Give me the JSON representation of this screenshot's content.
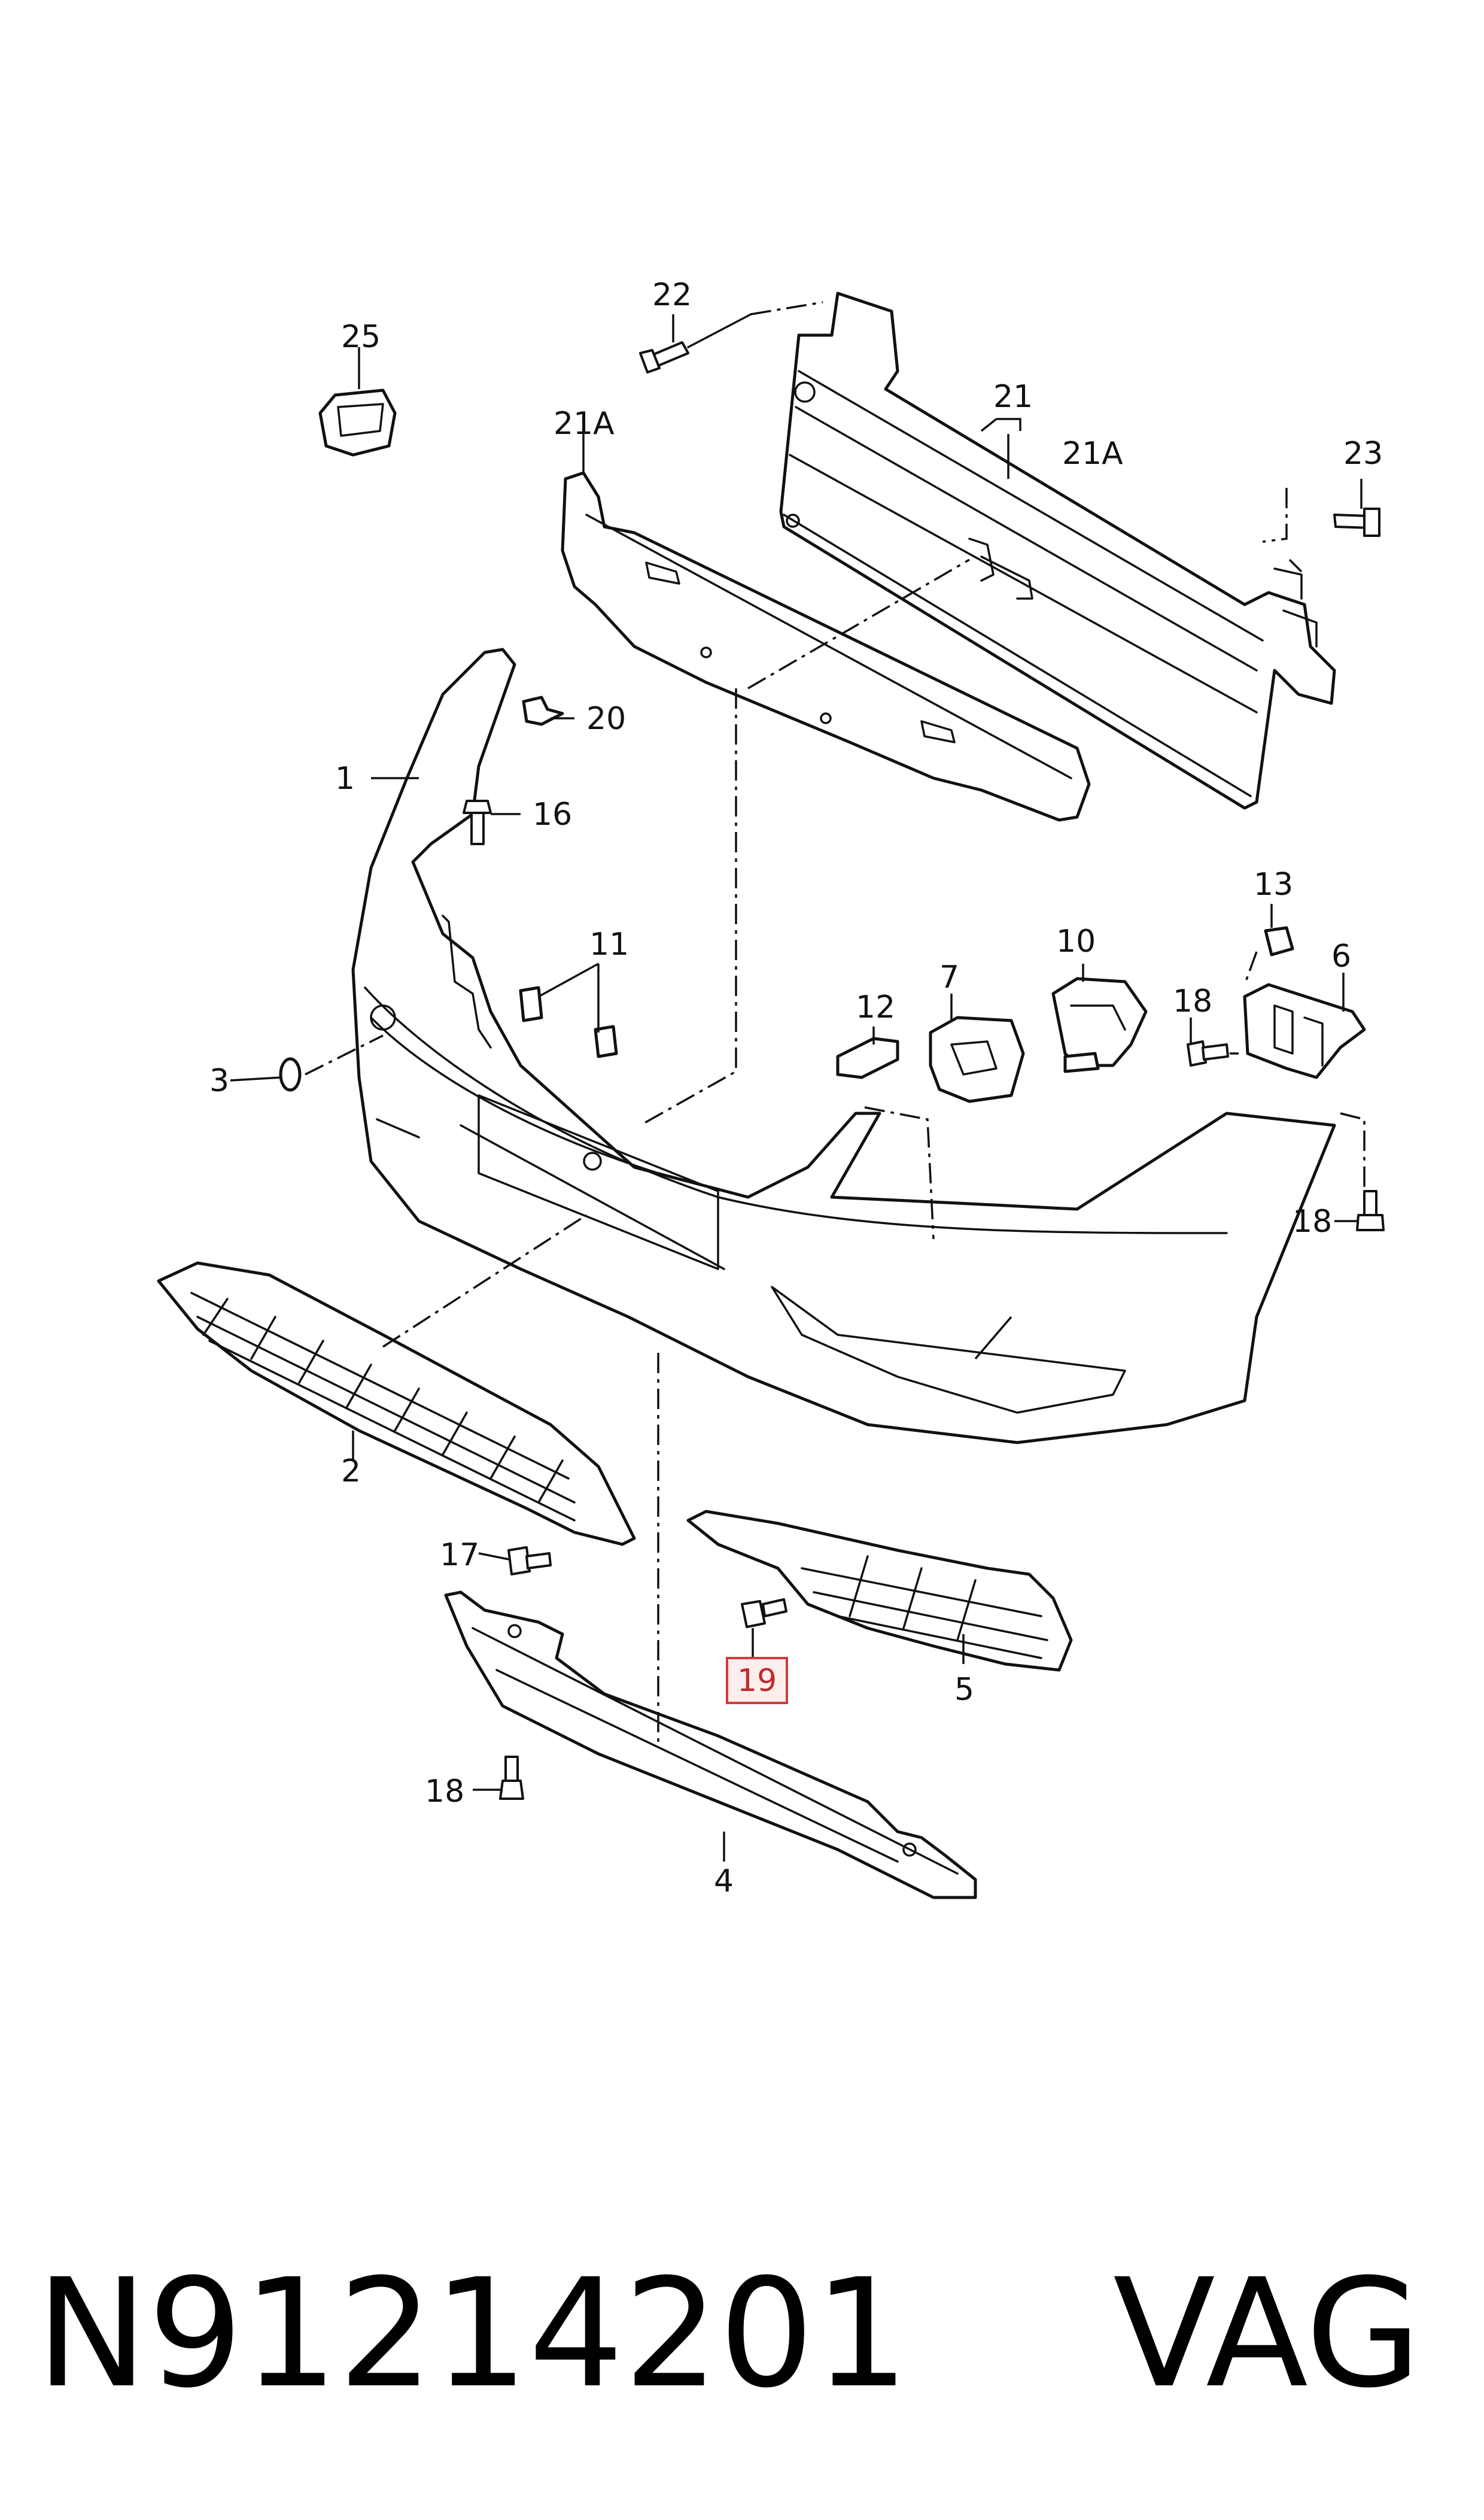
{
  "diagram": {
    "callouts": [
      {
        "id": "c1",
        "label": "1"
      },
      {
        "id": "c2",
        "label": "2"
      },
      {
        "id": "c3",
        "label": "3"
      },
      {
        "id": "c4",
        "label": "4"
      },
      {
        "id": "c5",
        "label": "5"
      },
      {
        "id": "c6",
        "label": "6"
      },
      {
        "id": "c7",
        "label": "7"
      },
      {
        "id": "c10",
        "label": "10"
      },
      {
        "id": "c11",
        "label": "11"
      },
      {
        "id": "c12",
        "label": "12"
      },
      {
        "id": "c13",
        "label": "13"
      },
      {
        "id": "c16",
        "label": "16"
      },
      {
        "id": "c17",
        "label": "17"
      },
      {
        "id": "c18a",
        "label": "18"
      },
      {
        "id": "c18b",
        "label": "18"
      },
      {
        "id": "c18c",
        "label": "18"
      },
      {
        "id": "c19",
        "label": "19",
        "highlighted": true
      },
      {
        "id": "c20",
        "label": "20"
      },
      {
        "id": "c21",
        "label": "21"
      },
      {
        "id": "c21A_right",
        "label": "21A"
      },
      {
        "id": "c21A_left",
        "label": "21A"
      },
      {
        "id": "c22",
        "label": "22"
      },
      {
        "id": "c23",
        "label": "23"
      },
      {
        "id": "c25",
        "label": "25"
      }
    ],
    "highlight_color": "#d23c3c"
  },
  "footer": {
    "part_number": "N91214201",
    "brand": "VAG"
  }
}
